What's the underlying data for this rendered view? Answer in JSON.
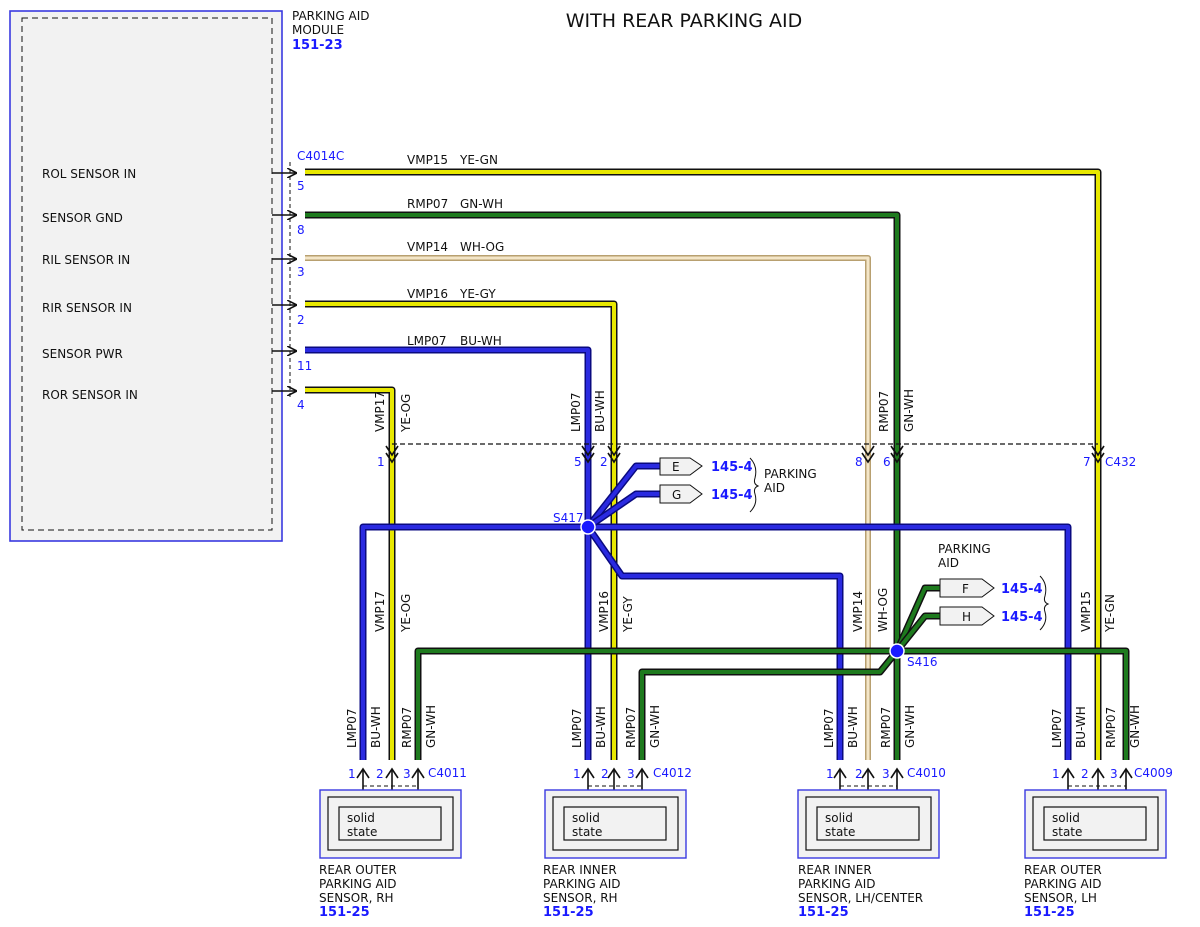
{
  "title": "WITH REAR PARKING AID",
  "module": {
    "name_line1": "PARKING AID",
    "name_line2": "MODULE",
    "ref": "151-23",
    "connector": "C4014C",
    "pins": [
      {
        "label": "ROL SENSOR IN",
        "pin": "5"
      },
      {
        "label": "SENSOR GND",
        "pin": "8"
      },
      {
        "label": "RIL SENSOR IN",
        "pin": "3"
      },
      {
        "label": "RIR SENSOR IN",
        "pin": "2"
      },
      {
        "label": "SENSOR PWR",
        "pin": "11"
      },
      {
        "label": "ROR SENSOR IN",
        "pin": "4"
      }
    ]
  },
  "circuits": [
    {
      "circuit": "VMP15",
      "color": "YE-GN"
    },
    {
      "circuit": "RMP07",
      "color": "GN-WH"
    },
    {
      "circuit": "VMP14",
      "color": "WH-OG"
    },
    {
      "circuit": "VMP16",
      "color": "YE-GY"
    },
    {
      "circuit": "LMP07",
      "color": "BU-WH"
    },
    {
      "circuit": "VMP17",
      "color": "YE-OG"
    }
  ],
  "inline_connector": {
    "name": "C432",
    "pins": [
      "1",
      "5",
      "2",
      "8",
      "6",
      "7"
    ]
  },
  "splices": {
    "s417": "S417",
    "s416": "S416"
  },
  "parking_aid_refs": {
    "label_line1": "PARKING",
    "label_line2": "AID",
    "upper": [
      {
        "letter": "E",
        "ref": "145-4"
      },
      {
        "letter": "G",
        "ref": "145-4"
      }
    ],
    "lower": [
      {
        "letter": "F",
        "ref": "145-4"
      },
      {
        "letter": "H",
        "ref": "145-4"
      }
    ]
  },
  "sensors": [
    {
      "connector": "C4011",
      "pins": [
        "1",
        "2",
        "3"
      ],
      "body": [
        "solid",
        "state"
      ],
      "name": [
        "REAR OUTER",
        "PARKING AID",
        "SENSOR, RH"
      ],
      "ref": "151-25",
      "wires": [
        [
          "LMP07",
          "BU-WH"
        ],
        [
          "VMP17",
          "YE-OG"
        ],
        [
          "RMP07",
          "GN-WH"
        ]
      ]
    },
    {
      "connector": "C4012",
      "pins": [
        "1",
        "2",
        "3"
      ],
      "body": [
        "solid",
        "state"
      ],
      "name": [
        "REAR INNER",
        "PARKING AID",
        "SENSOR, RH"
      ],
      "ref": "151-25",
      "wires": [
        [
          "LMP07",
          "BU-WH"
        ],
        [
          "VMP16",
          "YE-GY"
        ],
        [
          "RMP07",
          "GN-WH"
        ]
      ]
    },
    {
      "connector": "C4010",
      "pins": [
        "1",
        "2",
        "3"
      ],
      "body": [
        "solid",
        "state"
      ],
      "name": [
        "REAR INNER",
        "PARKING AID",
        "SENSOR, LH/CENTER"
      ],
      "ref": "151-25",
      "wires": [
        [
          "LMP07",
          "BU-WH"
        ],
        [
          "VMP14",
          "WH-OG"
        ],
        [
          "RMP07",
          "GN-WH"
        ]
      ]
    },
    {
      "connector": "C4009",
      "pins": [
        "1",
        "2",
        "3"
      ],
      "body": [
        "solid",
        "state"
      ],
      "name": [
        "REAR OUTER",
        "PARKING AID",
        "SENSOR, LH"
      ],
      "ref": "151-25",
      "wires": [
        [
          "LMP07",
          "BU-WH"
        ],
        [
          "VMP15",
          "YE-GN"
        ],
        [
          "RMP07",
          "GN-WH"
        ]
      ]
    }
  ],
  "colors": {
    "blue_wire": "#1a1acc",
    "green_wire": "#1e7a1e",
    "yellow_wire": "#e8e800",
    "tan_wire": "#e9d4b0",
    "blue_text": "#1a1aff",
    "box_border": "#3a3ae0",
    "box_fill": "#f2f2f2"
  }
}
